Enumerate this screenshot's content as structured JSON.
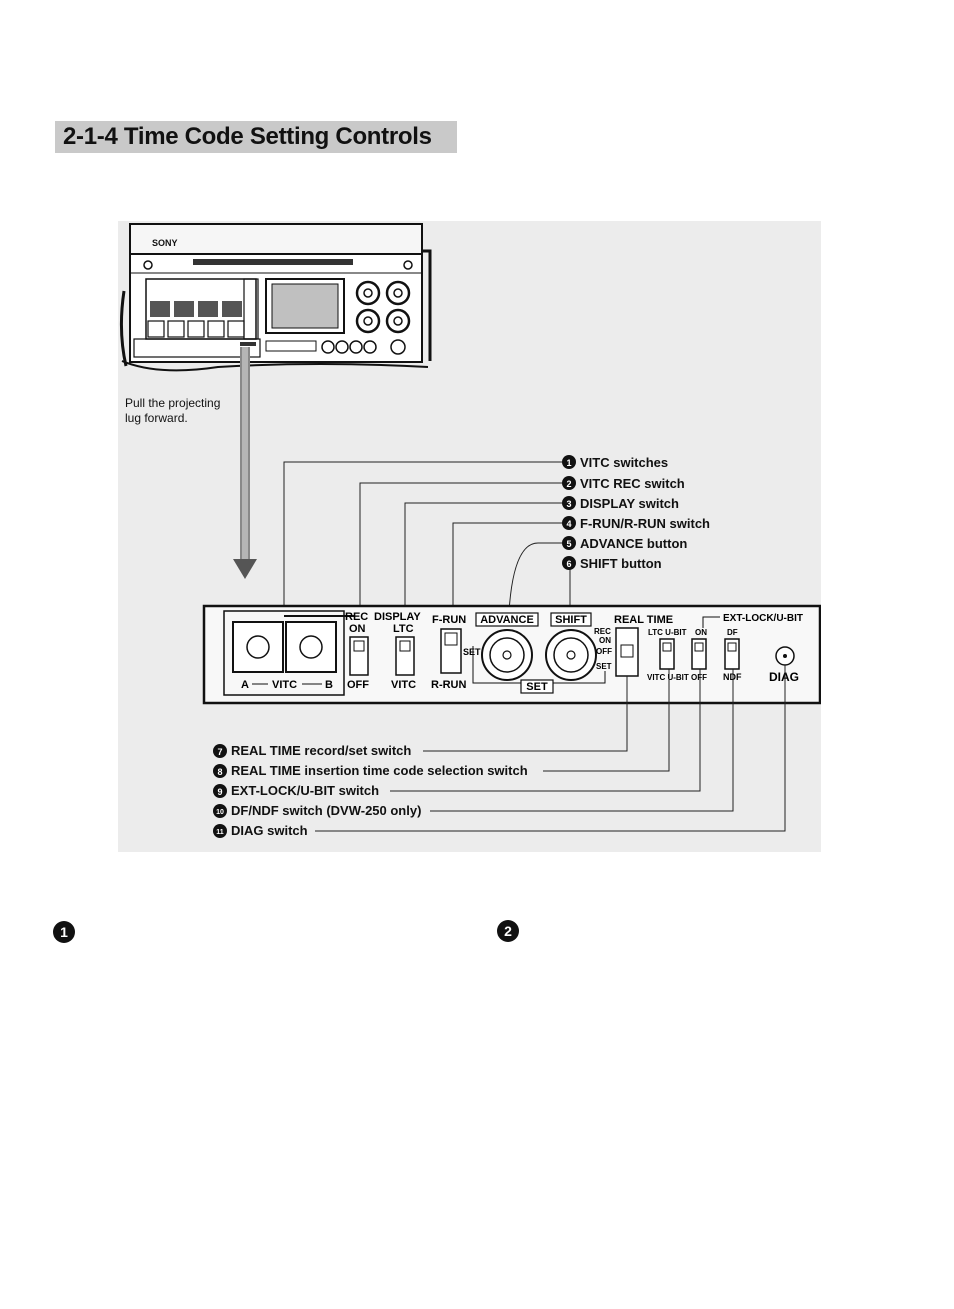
{
  "section": {
    "title": "2-1-4 Time Code Setting Controls"
  },
  "figure": {
    "brand": "SONY",
    "pull_note_line1": "Pull the projecting",
    "pull_note_line2": "lug forward.",
    "callouts_top": [
      {
        "num": "1",
        "label": "VITC switches"
      },
      {
        "num": "2",
        "label": "VITC REC switch"
      },
      {
        "num": "3",
        "label": "DISPLAY switch"
      },
      {
        "num": "4",
        "label": "F-RUN/R-RUN switch"
      },
      {
        "num": "5",
        "label": "ADVANCE button"
      },
      {
        "num": "6",
        "label": "SHIFT button"
      }
    ],
    "callouts_bottom": [
      {
        "num": "7",
        "label": "REAL TIME record/set switch"
      },
      {
        "num": "8",
        "label": "REAL TIME insertion time code selection switch"
      },
      {
        "num": "9",
        "label": "EXT-LOCK/U-BIT switch"
      },
      {
        "num": "10",
        "label": "DF/NDF switch (DVW-250 only)"
      },
      {
        "num": "11",
        "label": "DIAG switch"
      }
    ],
    "panel": {
      "rec": "REC",
      "on": "ON",
      "off": "OFF",
      "display": "DISPLAY",
      "ltc": "LTC",
      "vitc": "VITC",
      "frun": "F-RUN",
      "rrun": "R-RUN",
      "advance": "ADVANCE",
      "shift": "SHIFT",
      "set": "SET",
      "real_time": "REAL TIME",
      "rt_rec": "REC",
      "rt_on": "ON",
      "rt_off": "OFF",
      "rt_set": "SET",
      "ltc_ubit": "LTC U-BIT",
      "vitc_ubit": "VITC U-BIT",
      "ext_lock_ubit": "EXT-LOCK/U-BIT",
      "ext_on": "ON",
      "ext_off": "OFF",
      "df": "DF",
      "ndf": "NDF",
      "diag": "DIAG",
      "a": "A",
      "vitc_ab": "VITC",
      "b": "B"
    }
  },
  "sections_below": [
    {
      "num": "1"
    },
    {
      "num": "2"
    }
  ]
}
